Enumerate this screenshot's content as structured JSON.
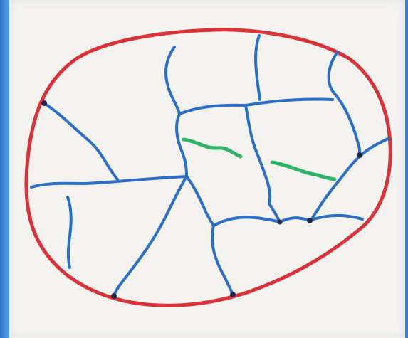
{
  "colors": {
    "frame": "#4d95e3",
    "paper": "#f4f3f0",
    "outline": "#d8323a",
    "veins": "#2d6fc6",
    "highlights": "#2fb36a",
    "junctions": "#1f2b49"
  },
  "diagram": {
    "outline_color_name": "red",
    "vein_color_name": "blue",
    "highlight_color_name": "green",
    "junction_count": 6
  }
}
